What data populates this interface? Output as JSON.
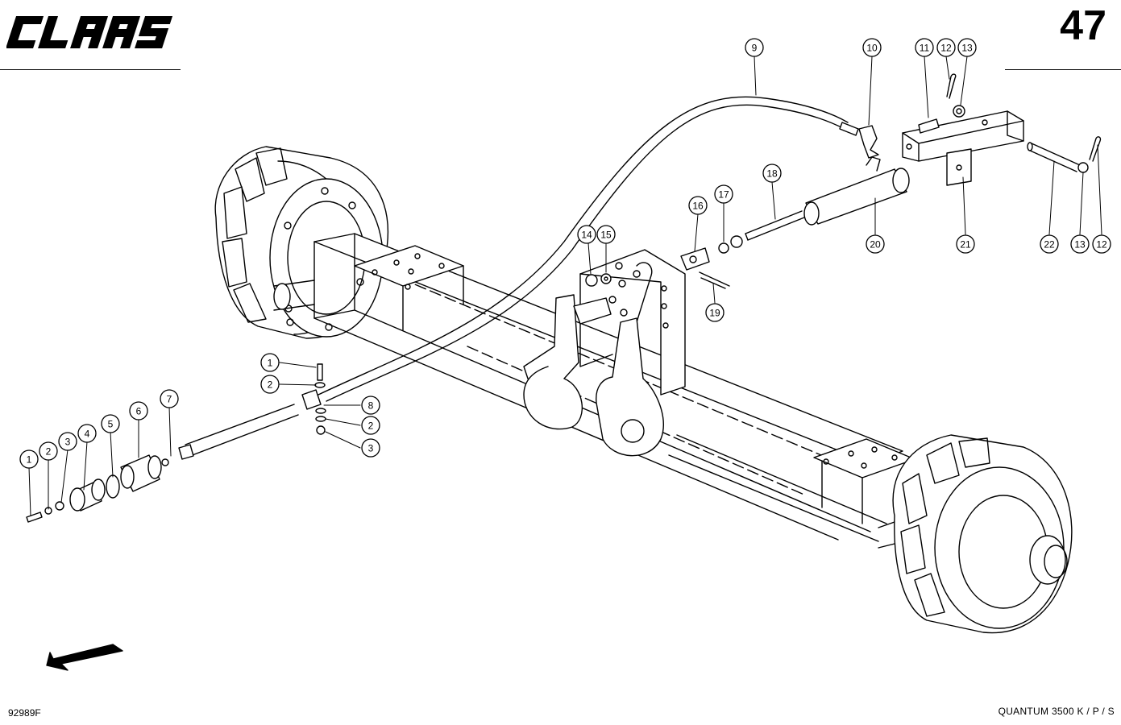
{
  "header": {
    "brand": "CLAAS",
    "page_number": "47"
  },
  "footer": {
    "drawing_number": "92989F",
    "model": "QUANTUM  3500 K / P / S"
  },
  "callouts": [
    {
      "id": "c1a",
      "label": "1"
    },
    {
      "id": "c2a",
      "label": "2"
    },
    {
      "id": "c3a",
      "label": "3"
    },
    {
      "id": "c4",
      "label": "4"
    },
    {
      "id": "c5",
      "label": "5"
    },
    {
      "id": "c6",
      "label": "6"
    },
    {
      "id": "c7",
      "label": "7"
    },
    {
      "id": "c1b",
      "label": "1"
    },
    {
      "id": "c2b",
      "label": "2"
    },
    {
      "id": "c8",
      "label": "8"
    },
    {
      "id": "c2c",
      "label": "2"
    },
    {
      "id": "c3b",
      "label": "3"
    },
    {
      "id": "c9",
      "label": "9"
    },
    {
      "id": "c10",
      "label": "10"
    },
    {
      "id": "c11",
      "label": "11"
    },
    {
      "id": "c12a",
      "label": "12"
    },
    {
      "id": "c13a",
      "label": "13"
    },
    {
      "id": "c14",
      "label": "14"
    },
    {
      "id": "c15",
      "label": "15"
    },
    {
      "id": "c16",
      "label": "16"
    },
    {
      "id": "c17",
      "label": "17"
    },
    {
      "id": "c18",
      "label": "18"
    },
    {
      "id": "c19",
      "label": "19"
    },
    {
      "id": "c20",
      "label": "20"
    },
    {
      "id": "c21",
      "label": "21"
    },
    {
      "id": "c22",
      "label": "22"
    },
    {
      "id": "c13b",
      "label": "13"
    },
    {
      "id": "c12b",
      "label": "12"
    }
  ],
  "icons": {
    "direction": "direction-arrow-icon"
  }
}
